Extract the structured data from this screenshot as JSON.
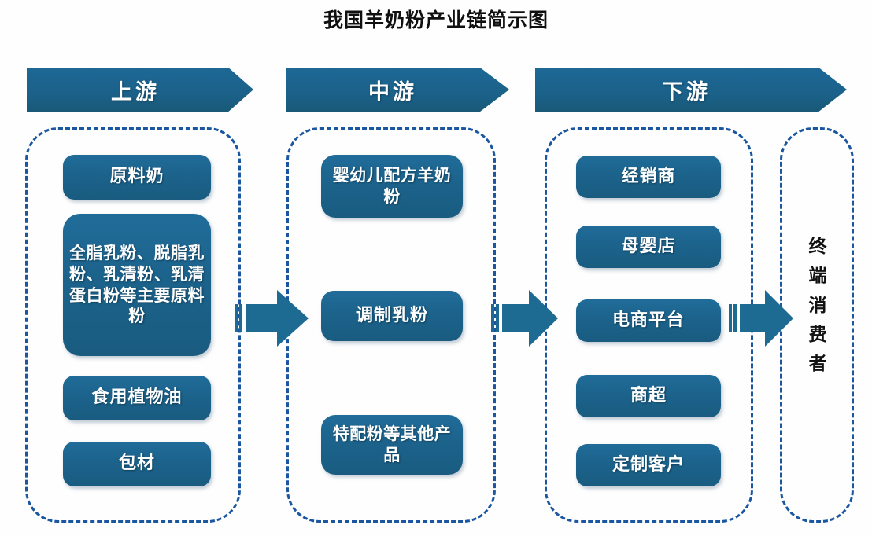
{
  "title": "我国羊奶粉产业链简示图",
  "colors": {
    "box_fill": "#1b6189",
    "banner_fill": "#1d6896",
    "dashed_border": "#1b56a0",
    "arrow_fill": "#1d6a93",
    "title_text": "#101010",
    "box_text": "#ffffff",
    "end_text": "#121212"
  },
  "stages": [
    {
      "id": "upstream",
      "label": "上游"
    },
    {
      "id": "midstream",
      "label": "中游"
    },
    {
      "id": "downstream",
      "label": "下游"
    }
  ],
  "upstream": {
    "items": [
      {
        "label": "原料奶"
      },
      {
        "label": "全脂乳粉、脱脂乳粉、乳清粉、乳清蛋白粉等主要原料粉"
      },
      {
        "label": "食用植物油"
      },
      {
        "label": "包材"
      }
    ]
  },
  "midstream": {
    "items": [
      {
        "label": "婴幼儿配方羊奶粉"
      },
      {
        "label": "调制乳粉"
      },
      {
        "label": "特配粉等其他产品"
      }
    ]
  },
  "downstream": {
    "items": [
      {
        "label": "经销商"
      },
      {
        "label": "母婴店"
      },
      {
        "label": "电商平台"
      },
      {
        "label": "商超"
      },
      {
        "label": "定制客户"
      }
    ]
  },
  "end_consumer": {
    "label": "终端消费者",
    "chars": [
      "终",
      "端",
      "消",
      "费",
      "者"
    ]
  },
  "arrows": [
    {
      "id": "upstream-to-midstream",
      "name": "flow-arrow-icon"
    },
    {
      "id": "midstream-to-downstream",
      "name": "flow-arrow-icon"
    },
    {
      "id": "downstream-to-consumer",
      "name": "flow-arrow-icon"
    }
  ]
}
